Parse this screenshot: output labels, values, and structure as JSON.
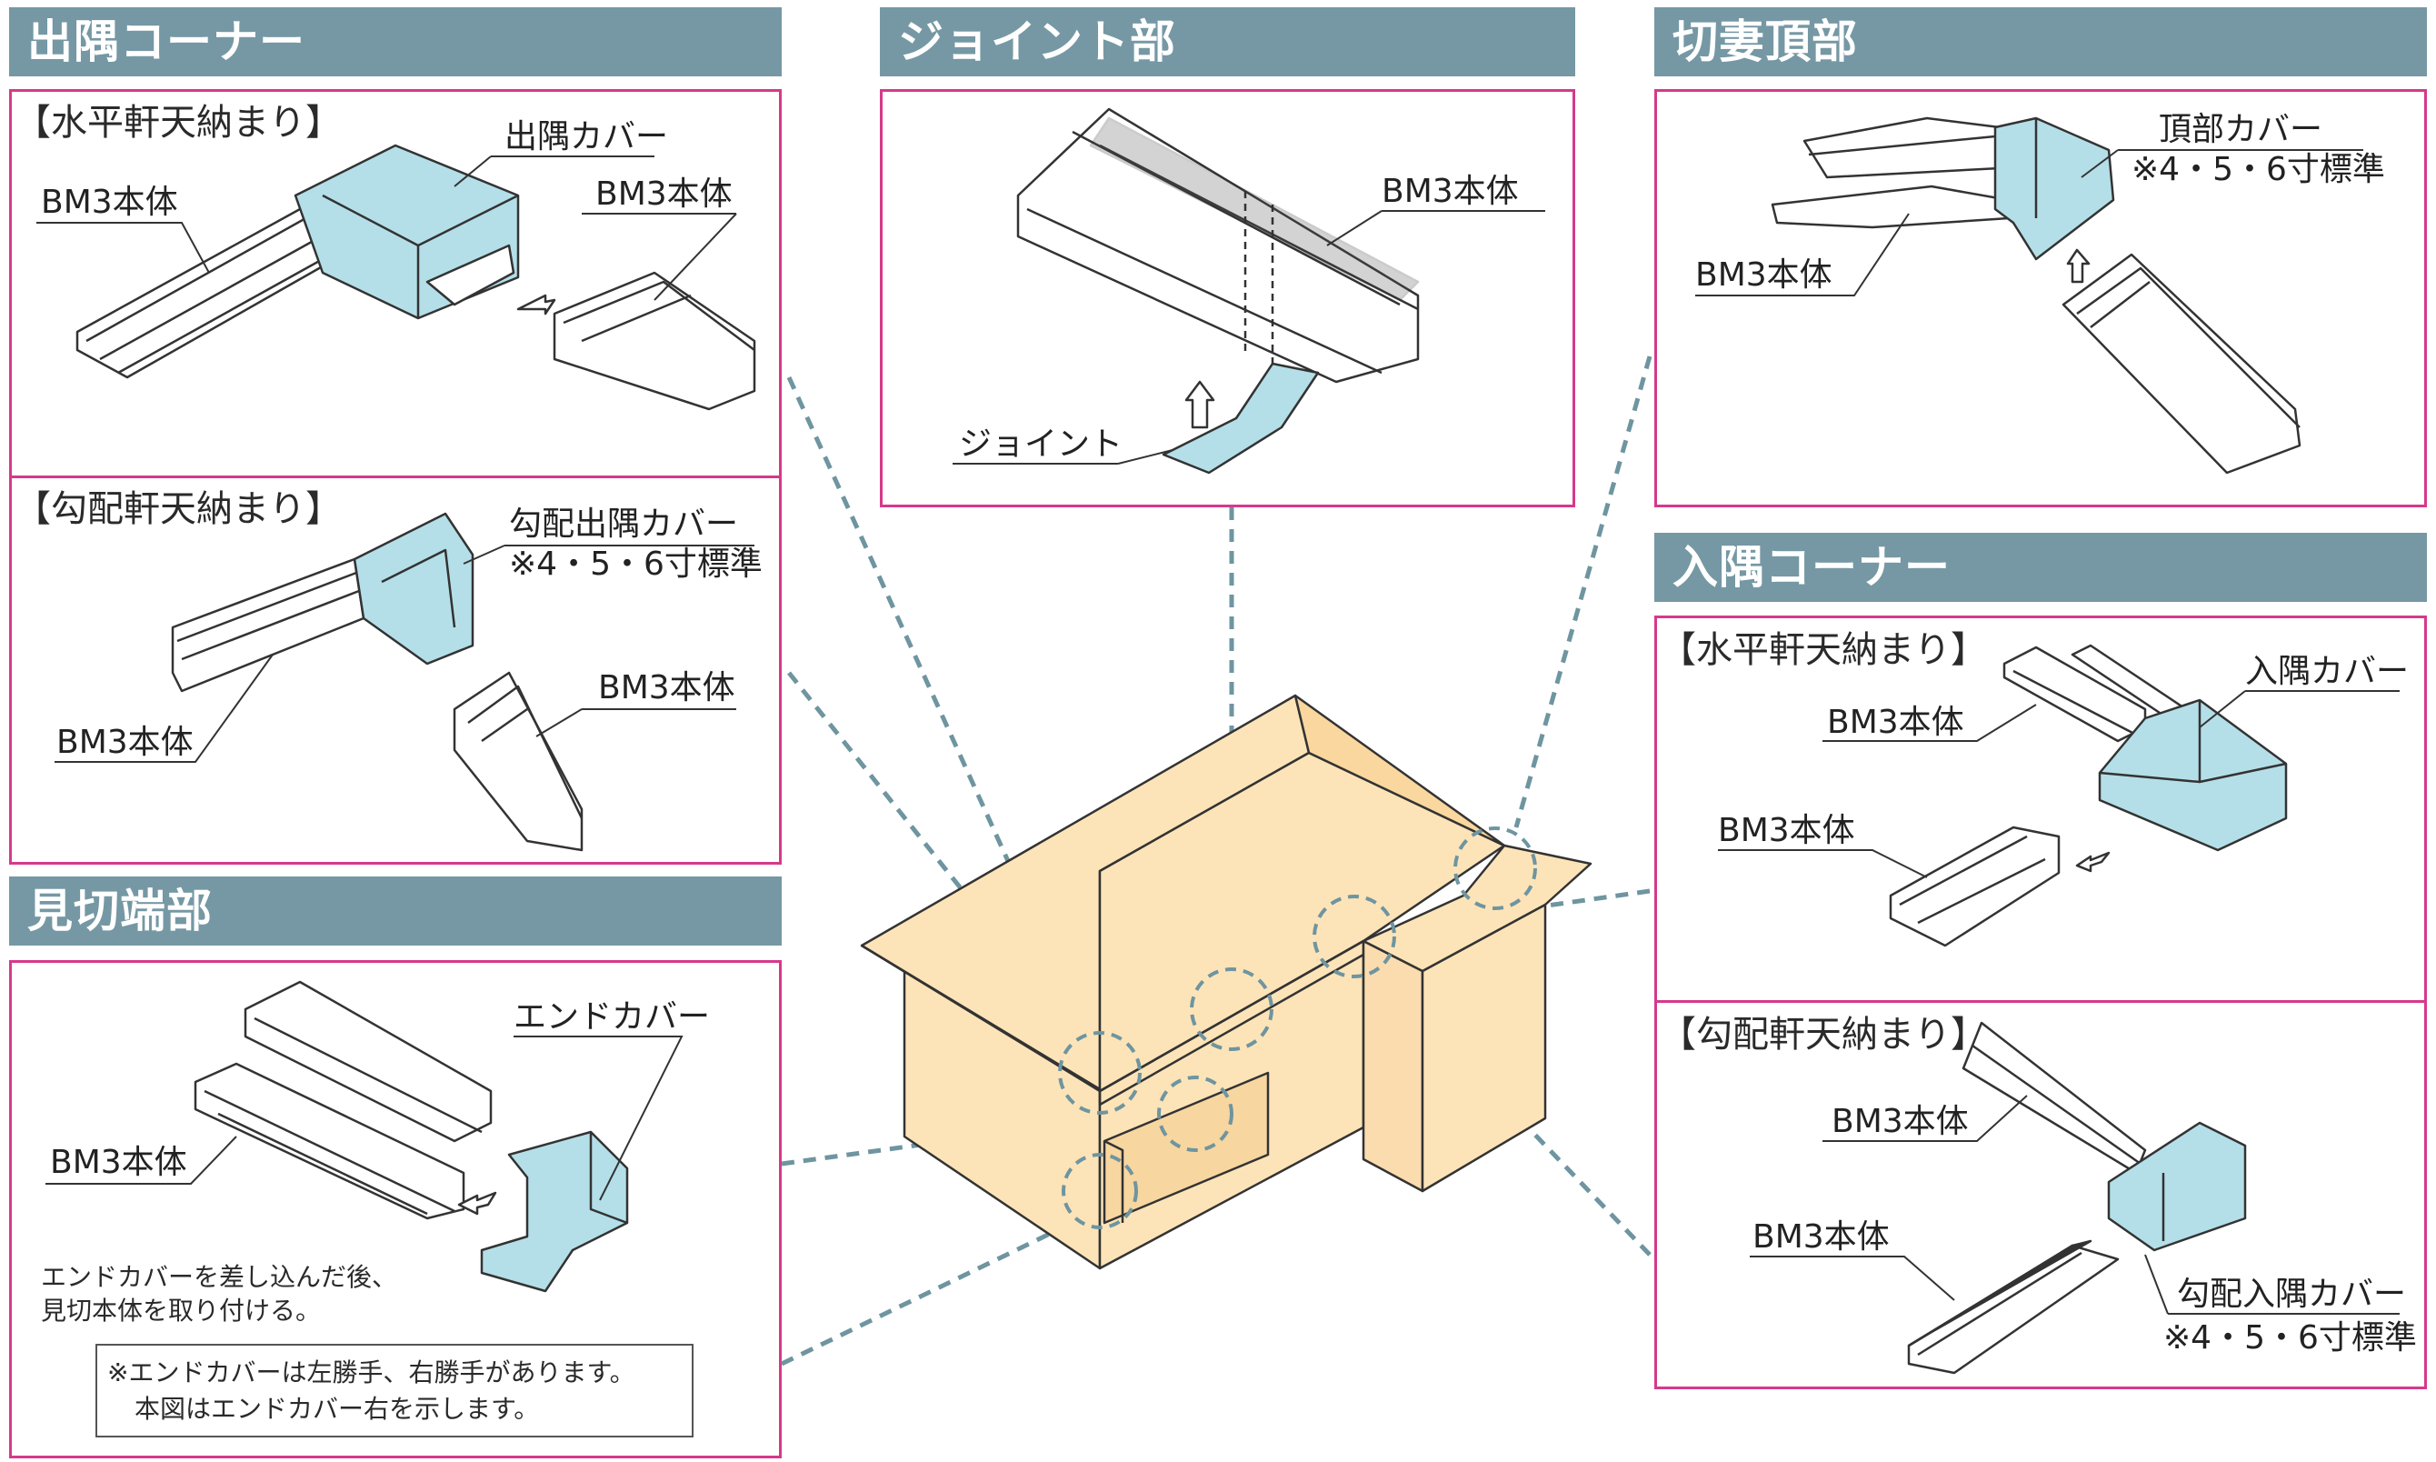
{
  "sections": {
    "dezumi": {
      "title": "出隅コーナー",
      "horizontal": {
        "heading": "【水平軒天納まり】",
        "cover_label": "出隅カバー",
        "body_left": "BM3本体",
        "body_right": "BM3本体"
      },
      "sloped": {
        "heading": "【勾配軒天納まり】",
        "cover_label": "勾配出隅カバー",
        "cover_note": "※4・5・6寸標準",
        "body_left": "BM3本体",
        "body_right": "BM3本体"
      }
    },
    "joint": {
      "title": "ジョイント部",
      "body_label": "BM3本体",
      "joint_label": "ジョイント"
    },
    "kirizuma": {
      "title": "切妻頂部",
      "cover_label": "頂部カバー",
      "cover_note": "※4・5・6寸標準",
      "body_label": "BM3本体"
    },
    "irizumi": {
      "title": "入隅コーナー",
      "horizontal": {
        "heading": "【水平軒天納まり】",
        "cover_label": "入隅カバー",
        "body_top": "BM3本体",
        "body_bottom": "BM3本体"
      },
      "sloped": {
        "heading": "【勾配軒天納まり】",
        "body_top": "BM3本体",
        "body_bottom": "BM3本体",
        "cover_label": "勾配入隅カバー",
        "cover_note": "※4・5・6寸標準"
      }
    },
    "mikiri": {
      "title": "見切端部",
      "body_label": "BM3本体",
      "cover_label": "エンドカバー",
      "instruction_line1": "エンドカバーを差し込んだ後、",
      "instruction_line2": "見切本体を取り付ける。",
      "note_line1": "※エンドカバーは左勝手、右勝手があります。",
      "note_line2": "本図はエンドカバー右を示します。"
    }
  },
  "colors": {
    "header": "#7598a4",
    "panel_border": "#d6398a",
    "cover_fill": "#b4dfe8",
    "house_fill": "#fde4b8",
    "leader_dash": "#6e95a0"
  }
}
